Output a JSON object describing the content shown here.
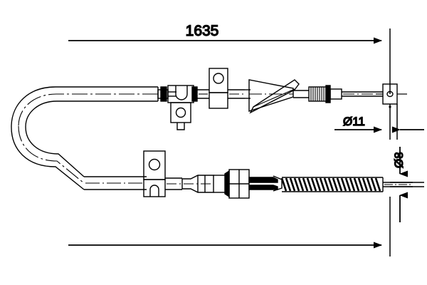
{
  "drawing": {
    "title": "Parking brake cable technical drawing",
    "background_color": "#ffffff",
    "line_color": "#000000",
    "dimensions": {
      "overall_length": {
        "label": "1635",
        "unit": "mm",
        "position": "top",
        "arrow_style": "single-right-arrow"
      },
      "end_fitting_diameter": {
        "label": "Ø11",
        "value": 11,
        "unit": "mm",
        "position": "bottom-right-of-upper-cable",
        "arrow_style": "opposing-arrows"
      },
      "rod_diameter": {
        "label": "Ø8",
        "value": 8,
        "unit": "mm",
        "position": "right-of-lower-cable",
        "orientation": "vertical-rotated",
        "arrow_style": "opposing-arrows"
      }
    },
    "components": {
      "upper_cable": {
        "name": "upper-cable-run",
        "features": [
          "u-bend-left",
          "outer-sheath-tube",
          "ferrule-clamp",
          "hanging-bracket-with-hole",
          "upright-bracket-with-hole",
          "conical-boot-with-lever",
          "threaded-adjuster",
          "inner-wire",
          "flat-end-terminal-with-eye"
        ]
      },
      "lower_cable": {
        "name": "lower-cable-run",
        "features": [
          "u-bend-left",
          "outer-sheath-tube",
          "upright-bracket-with-hole",
          "stepped-sleeve",
          "junction-block",
          "clevis-fork",
          "coil-spring",
          "thin-rod-end"
        ]
      }
    },
    "annotations": []
  }
}
